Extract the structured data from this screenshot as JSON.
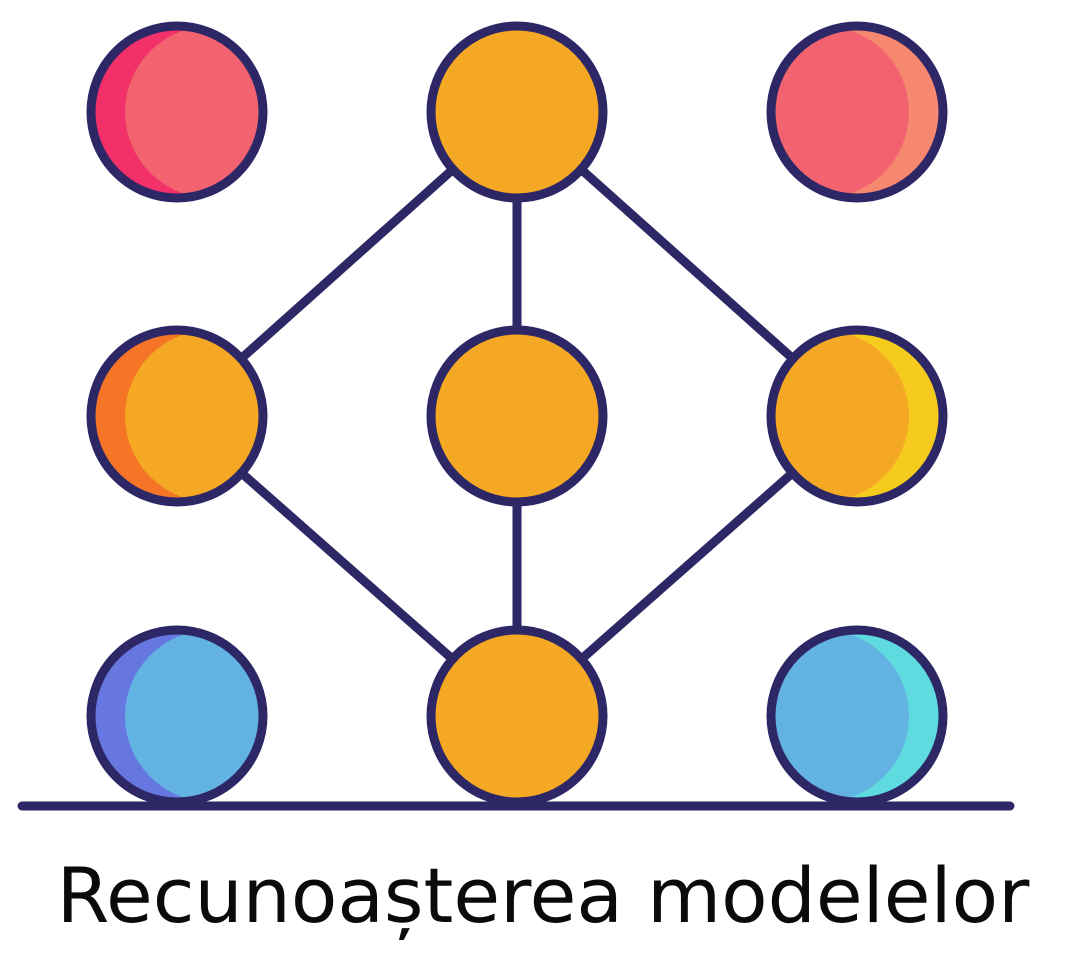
{
  "caption": "Recunoașterea modelelor",
  "colors": {
    "outline": "#2e2766",
    "background": "#ffffff",
    "text": "#0a0a0a"
  },
  "nodes": [
    {
      "id": "top-left",
      "icon": "circle",
      "fill": "#f2636f",
      "accent": "#f2306a",
      "accent_side": "left"
    },
    {
      "id": "top-center",
      "icon": "circle",
      "fill": "#f4a823",
      "accent": null
    },
    {
      "id": "top-right",
      "icon": "circle",
      "fill": "#f2636f",
      "accent": "#f5886f",
      "accent_side": "right"
    },
    {
      "id": "middle-left",
      "icon": "circle",
      "fill": "#f4a823",
      "accent": "#f57426",
      "accent_side": "left"
    },
    {
      "id": "middle-center",
      "icon": "circle",
      "fill": "#f4a823",
      "accent": null
    },
    {
      "id": "middle-right",
      "icon": "circle",
      "fill": "#f4a823",
      "accent": "#f5cc1e",
      "accent_side": "right"
    },
    {
      "id": "bottom-left",
      "icon": "circle",
      "fill": "#63b3e2",
      "accent": "#6678e0",
      "accent_side": "left"
    },
    {
      "id": "bottom-center",
      "icon": "circle",
      "fill": "#f4a823",
      "accent": null
    },
    {
      "id": "bottom-right",
      "icon": "circle",
      "fill": "#63b3e2",
      "accent": "#5fdbe0",
      "accent_side": "right"
    }
  ],
  "edges": [
    {
      "from": "top-center",
      "to": "middle-left"
    },
    {
      "from": "top-center",
      "to": "middle-center"
    },
    {
      "from": "top-center",
      "to": "middle-right"
    },
    {
      "from": "middle-left",
      "to": "bottom-center"
    },
    {
      "from": "middle-center",
      "to": "bottom-center"
    },
    {
      "from": "middle-right",
      "to": "bottom-center"
    }
  ]
}
